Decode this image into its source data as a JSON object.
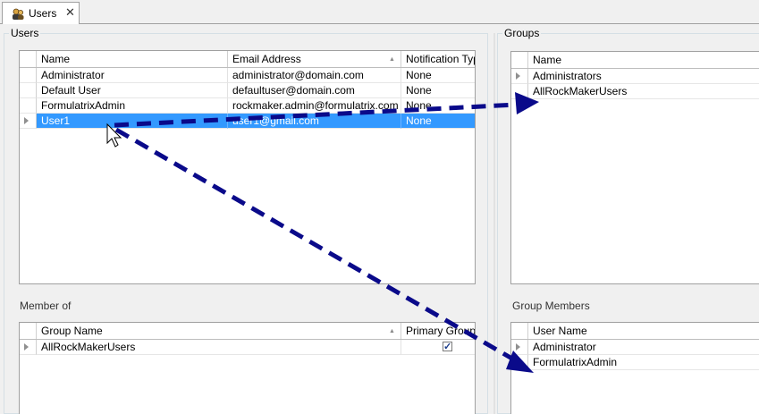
{
  "tab": {
    "label": "Users",
    "close": "✕"
  },
  "users_panel": {
    "title": "Users",
    "columns": [
      "Name",
      "Email Address",
      "Notification Type"
    ],
    "rows": [
      {
        "name": "Administrator",
        "email": "administrator@domain.com",
        "notify": "None"
      },
      {
        "name": "Default User",
        "email": "defaultuser@domain.com",
        "notify": "None"
      },
      {
        "name": "FormulatrixAdmin",
        "email": "rockmaker.admin@formulatrix.com",
        "notify": "None"
      },
      {
        "name": "User1",
        "email": "user1@gmail.com",
        "notify": "None"
      }
    ],
    "selected_index": 3
  },
  "member_of": {
    "title": "Member of",
    "columns": [
      "Group Name",
      "Primary Group"
    ],
    "rows": [
      {
        "group": "AllRockMakerUsers",
        "primary": true
      }
    ]
  },
  "groups_panel": {
    "title": "Groups",
    "columns": [
      "Name"
    ],
    "rows": [
      "Administrators",
      "AllRockMakerUsers"
    ]
  },
  "group_members": {
    "title": "Group Members",
    "columns": [
      "User Name"
    ],
    "rows": [
      "Administrator",
      "FormulatrixAdmin"
    ]
  },
  "colors": {
    "selection": "#3399ff",
    "arrow": "#0a0a8a"
  }
}
